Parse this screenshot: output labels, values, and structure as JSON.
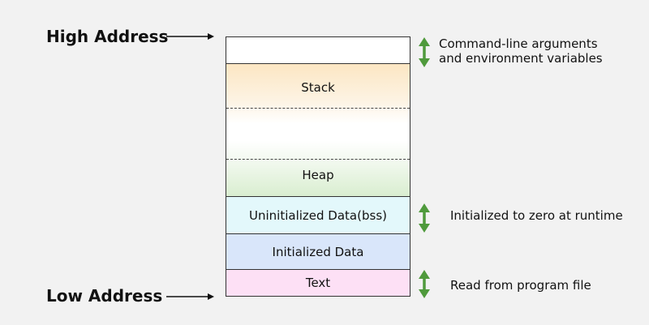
{
  "address_labels": {
    "high": "High Address",
    "low": "Low Address"
  },
  "segments": {
    "cmd_args": "",
    "stack": "Stack",
    "heap": "Heap",
    "bss": "Uninitialized Data(bss)",
    "initialized": "Initialized Data",
    "text": "Text"
  },
  "annotations": {
    "cmd_line_1": "Command-line arguments",
    "cmd_line_2": "and environment variables",
    "bss": "Initialized to zero at runtime",
    "text": "Read from program file"
  },
  "colors": {
    "accent_arrow": "#4f9a3c",
    "stack_fill": "#fce6c3",
    "heap_fill": "#d9eed0",
    "bss_fill": "#e3f8fb",
    "initialized_fill": "#d9e6fa",
    "text_fill": "#fde0f5"
  },
  "icons": {
    "pointer_arrow": "right-arrow-icon",
    "range_arrow": "double-vertical-arrow-icon",
    "stack_growth": "down-arrow-icon",
    "heap_growth": "up-arrow-icon"
  }
}
